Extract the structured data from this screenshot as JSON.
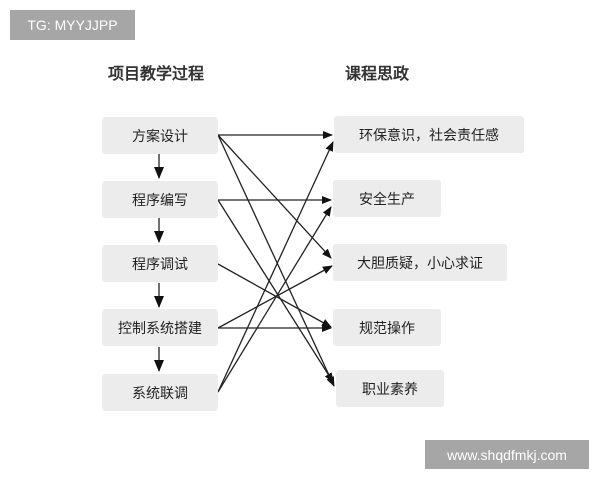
{
  "watermarks": {
    "top_left": "TG: MYYJJPP",
    "bottom_right": "www.shqdfmkj.com"
  },
  "diagram": {
    "left_title": "项目教学过程",
    "right_title": "课程思政",
    "left_nodes": [
      {
        "id": "L1",
        "label": "方案设计"
      },
      {
        "id": "L2",
        "label": "程序编写"
      },
      {
        "id": "L3",
        "label": "程序调试"
      },
      {
        "id": "L4",
        "label": "控制系统搭建"
      },
      {
        "id": "L5",
        "label": "系统联调"
      }
    ],
    "right_nodes": [
      {
        "id": "R1",
        "label": "环保意识，社会责任感"
      },
      {
        "id": "R2",
        "label": "安全生产"
      },
      {
        "id": "R3",
        "label": "大胆质疑，小心求证"
      },
      {
        "id": "R4",
        "label": "规范操作"
      },
      {
        "id": "R5",
        "label": "职业素养"
      }
    ],
    "sequence_edges": [
      [
        "L1",
        "L2"
      ],
      [
        "L2",
        "L3"
      ],
      [
        "L3",
        "L4"
      ],
      [
        "L4",
        "L5"
      ]
    ],
    "mapping_edges": [
      [
        "L1",
        "R1"
      ],
      [
        "L1",
        "R3"
      ],
      [
        "L1",
        "R5"
      ],
      [
        "L2",
        "R2"
      ],
      [
        "L2",
        "R5"
      ],
      [
        "L3",
        "R4"
      ],
      [
        "L4",
        "R4"
      ],
      [
        "L4",
        "R3"
      ],
      [
        "L5",
        "R1"
      ],
      [
        "L5",
        "R2"
      ]
    ],
    "colors": {
      "box_fill": "#ececec",
      "arrow": "#222222",
      "watermark_bg": "#a6a6a6"
    }
  }
}
